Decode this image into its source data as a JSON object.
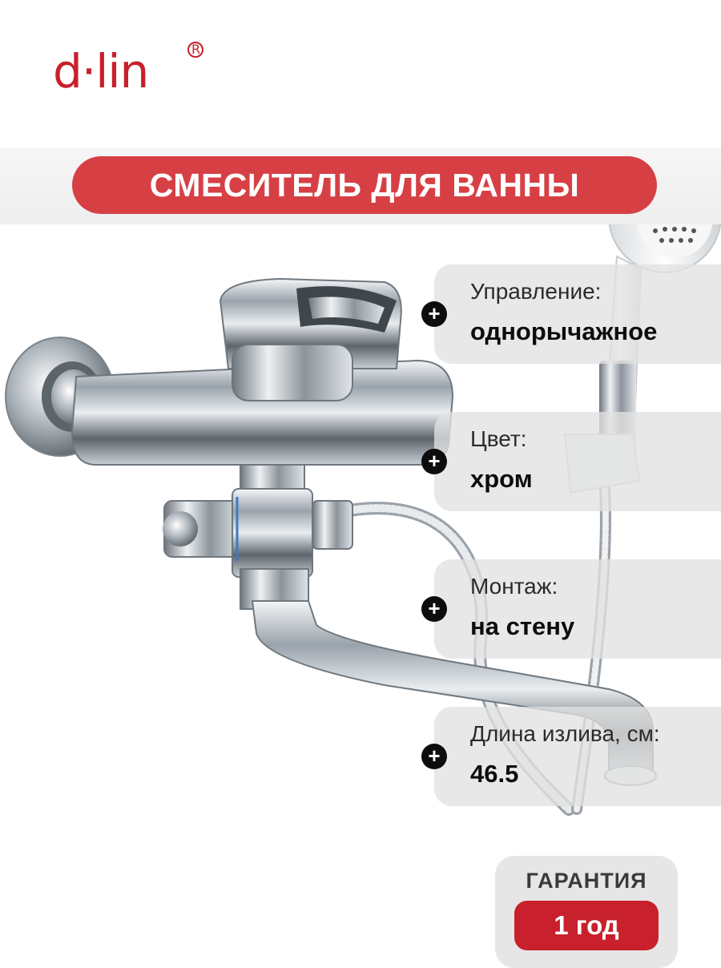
{
  "brand": {
    "logo_text": "d·lin",
    "registered": "R"
  },
  "title": "СМЕСИТЕЛЬ ДЛЯ ВАННЫ",
  "specs": [
    {
      "label": "Управление:",
      "value": "однорычажное"
    },
    {
      "label": "Цвет:",
      "value": "хром"
    },
    {
      "label": "Монтаж:",
      "value": "на стену"
    },
    {
      "label": "Длина излива, см:",
      "value": "46.5"
    }
  ],
  "warranty": {
    "label": "ГАРАНТИЯ",
    "value": "1 год"
  },
  "colors": {
    "brand_red": "#c8202c",
    "title_pill": "#d64045",
    "spec_bg": "#e2e2e2"
  },
  "icons": {
    "spec_bullet": "plus-icon",
    "product": "bath-faucet-photo"
  }
}
